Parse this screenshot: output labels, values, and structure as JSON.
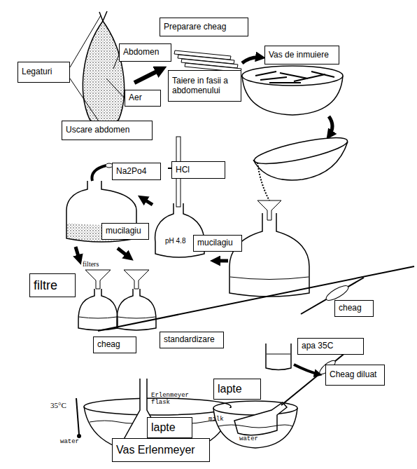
{
  "diagram": {
    "nodes": [
      {
        "text": [
          "Preparare cheag"
        ]
      },
      {
        "text": [
          "Abdomen"
        ]
      },
      {
        "text": [
          "Vas de inmuiere"
        ]
      },
      {
        "text": [
          "Legaturi"
        ]
      },
      {
        "text": [
          "Taiere in fasii a abdomenului"
        ]
      },
      {
        "text": [
          "Aer"
        ]
      },
      {
        "text": [
          "Uscare abdomen"
        ]
      },
      {
        "text": [
          "Na2Po4"
        ]
      },
      {
        "text": [
          "HCl"
        ]
      },
      {
        "text": [
          "mucilagiu"
        ]
      },
      {
        "text": [
          "mucilagiu"
        ]
      },
      {
        "text": [
          "filtre"
        ]
      },
      {
        "text": [
          "cheag"
        ]
      },
      {
        "text": [
          "standardizare"
        ]
      },
      {
        "text": [
          "cheag"
        ]
      },
      {
        "text": [
          "apa 35C"
        ]
      },
      {
        "text": [
          "Cheag diluat"
        ]
      },
      {
        "text": [
          "lapte"
        ]
      },
      {
        "text": [
          "lapte"
        ]
      },
      {
        "text": [
          "Vas Erlenmeyer"
        ]
      }
    ],
    "labels": [
      "pH 4.8",
      "filters",
      "35°C",
      "Erlenmeyer flask",
      "water",
      "milk",
      "water"
    ]
  }
}
